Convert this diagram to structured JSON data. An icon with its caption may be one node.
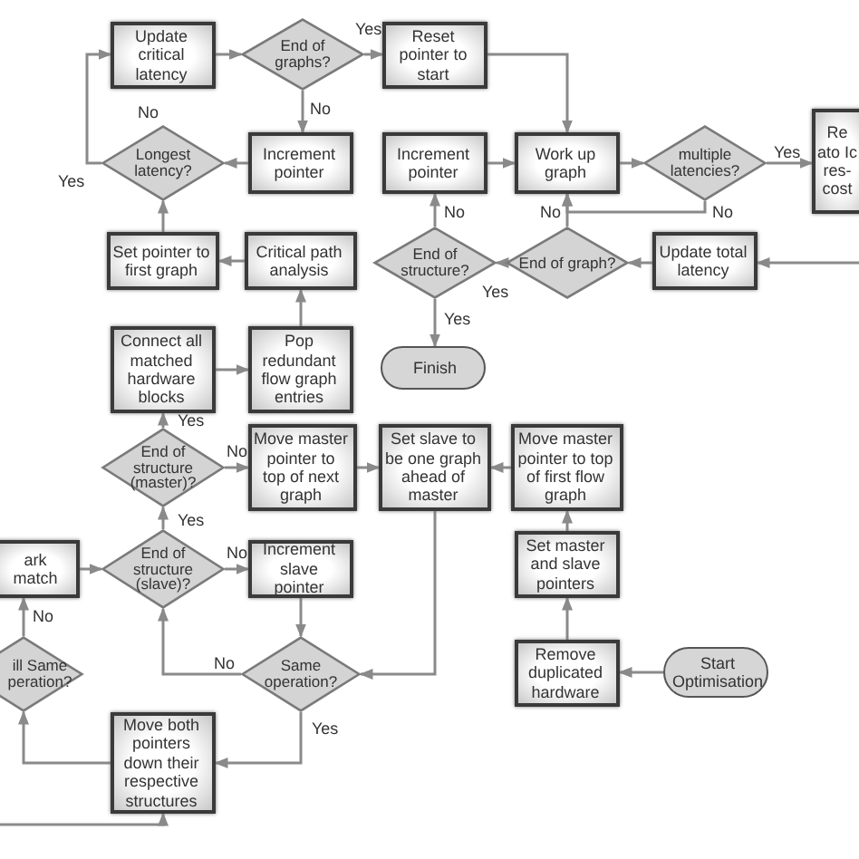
{
  "diagram": {
    "nodes": [
      {
        "text": [
          "Update critical latency"
        ]
      },
      {
        "text": [
          "End of graphs?"
        ]
      },
      {
        "text": [
          "Reset pointer to start"
        ]
      },
      {
        "text": [
          "Longest latency?"
        ]
      },
      {
        "text": [
          "Increment pointer"
        ]
      },
      {
        "text": [
          "Increment pointer"
        ]
      },
      {
        "text": [
          "Work up graph"
        ]
      },
      {
        "text": [
          "multiple latencies?"
        ]
      },
      {
        "text": [
          "Re ato Ic res- cost"
        ]
      },
      {
        "text": [
          "Set pointer to first graph"
        ]
      },
      {
        "text": [
          "Critical path analysis"
        ]
      },
      {
        "text": [
          "End of structure?"
        ]
      },
      {
        "text": [
          "End of graph?"
        ]
      },
      {
        "text": [
          "Update total latency"
        ]
      },
      {
        "text": [
          "Finish"
        ]
      },
      {
        "text": [
          "Connect all matched hardware blocks"
        ]
      },
      {
        "text": [
          "Pop redundant flow graph entries"
        ]
      },
      {
        "text": [
          "End of structure (master)?"
        ]
      },
      {
        "text": [
          "Move master pointer to top of next graph"
        ]
      },
      {
        "text": [
          "Set slave to be one graph ahead of master"
        ]
      },
      {
        "text": [
          "Move master pointer to top of first flow graph"
        ]
      },
      {
        "text": [
          "ark match"
        ]
      },
      {
        "text": [
          "End of structure (slave)?"
        ]
      },
      {
        "text": [
          "Increment slave pointer"
        ]
      },
      {
        "text": [
          "Set master and slave pointers"
        ]
      },
      {
        "text": [
          "ill Same peration?"
        ]
      },
      {
        "text": [
          "Same operation?"
        ]
      },
      {
        "text": [
          "Remove duplicated hardware"
        ]
      },
      {
        "text": [
          "Start Optimisation"
        ]
      },
      {
        "text": [
          "Move both pointers down their respective structures"
        ]
      }
    ],
    "edges": [
      {
        "from": 0,
        "to": 1,
        "arrow": "to"
      },
      {
        "from": 1,
        "to": 2,
        "arrow": "to",
        "label": "Yes"
      },
      {
        "from": 1,
        "to": 4,
        "arrow": "to",
        "label": "No"
      },
      {
        "from": 4,
        "to": 3,
        "arrow": "to"
      },
      {
        "from": 3,
        "to": 0,
        "arrow": "to",
        "label": "Yes"
      },
      {
        "from": 2,
        "to": 6,
        "arrow": "to"
      },
      {
        "from": 5,
        "to": 6,
        "arrow": "to"
      },
      {
        "from": 6,
        "to": 7,
        "arrow": "to"
      },
      {
        "from": 7,
        "to": 8,
        "arrow": "to",
        "label": "Yes"
      },
      {
        "from": 7,
        "to": 6,
        "arrow": "to",
        "label": "No"
      },
      {
        "from": 12,
        "to": 6,
        "arrow": "to",
        "label": "No"
      },
      {
        "from": 13,
        "to": 12,
        "arrow": "to"
      },
      {
        "from": null,
        "to": 13,
        "arrow": "to"
      },
      {
        "from": 12,
        "to": 11,
        "arrow": "to",
        "label": "Yes"
      },
      {
        "from": 11,
        "to": 5,
        "arrow": "to",
        "label": "No"
      },
      {
        "from": 11,
        "to": 14,
        "arrow": "to",
        "label": "Yes"
      },
      {
        "from": 10,
        "to": 9,
        "arrow": "to"
      },
      {
        "from": 9,
        "to": 3,
        "arrow": "to"
      },
      {
        "from": 16,
        "to": 10,
        "arrow": "to"
      },
      {
        "from": 15,
        "to": 16,
        "arrow": "to"
      },
      {
        "from": 17,
        "to": 15,
        "arrow": "to",
        "label": "Yes"
      },
      {
        "from": 17,
        "to": 18,
        "arrow": "to",
        "label": "No"
      },
      {
        "from": 18,
        "to": 19,
        "arrow": "to"
      },
      {
        "from": 20,
        "to": 19,
        "arrow": "to"
      },
      {
        "from": 24,
        "to": 20,
        "arrow": "to"
      },
      {
        "from": 27,
        "to": 24,
        "arrow": "to"
      },
      {
        "from": 28,
        "to": 27,
        "arrow": "to"
      },
      {
        "from": 19,
        "to": 26,
        "arrow": "to"
      },
      {
        "from": 22,
        "to": 17,
        "arrow": "to",
        "label": "Yes"
      },
      {
        "from": 22,
        "to": 23,
        "arrow": "to",
        "label": "No"
      },
      {
        "from": 23,
        "to": 26,
        "arrow": "to"
      },
      {
        "from": 26,
        "to": 22,
        "arrow": "to",
        "label": "No"
      },
      {
        "from": 26,
        "to": 29,
        "arrow": "to",
        "label": "Yes"
      },
      {
        "from": 29,
        "to": 25,
        "arrow": "to"
      },
      {
        "from": 25,
        "to": 21,
        "arrow": "to",
        "label": "No"
      },
      {
        "from": 21,
        "to": 22,
        "arrow": "to"
      },
      {
        "from": null,
        "to": 29,
        "arrow": "to"
      }
    ],
    "labels": [
      "No"
    ]
  }
}
